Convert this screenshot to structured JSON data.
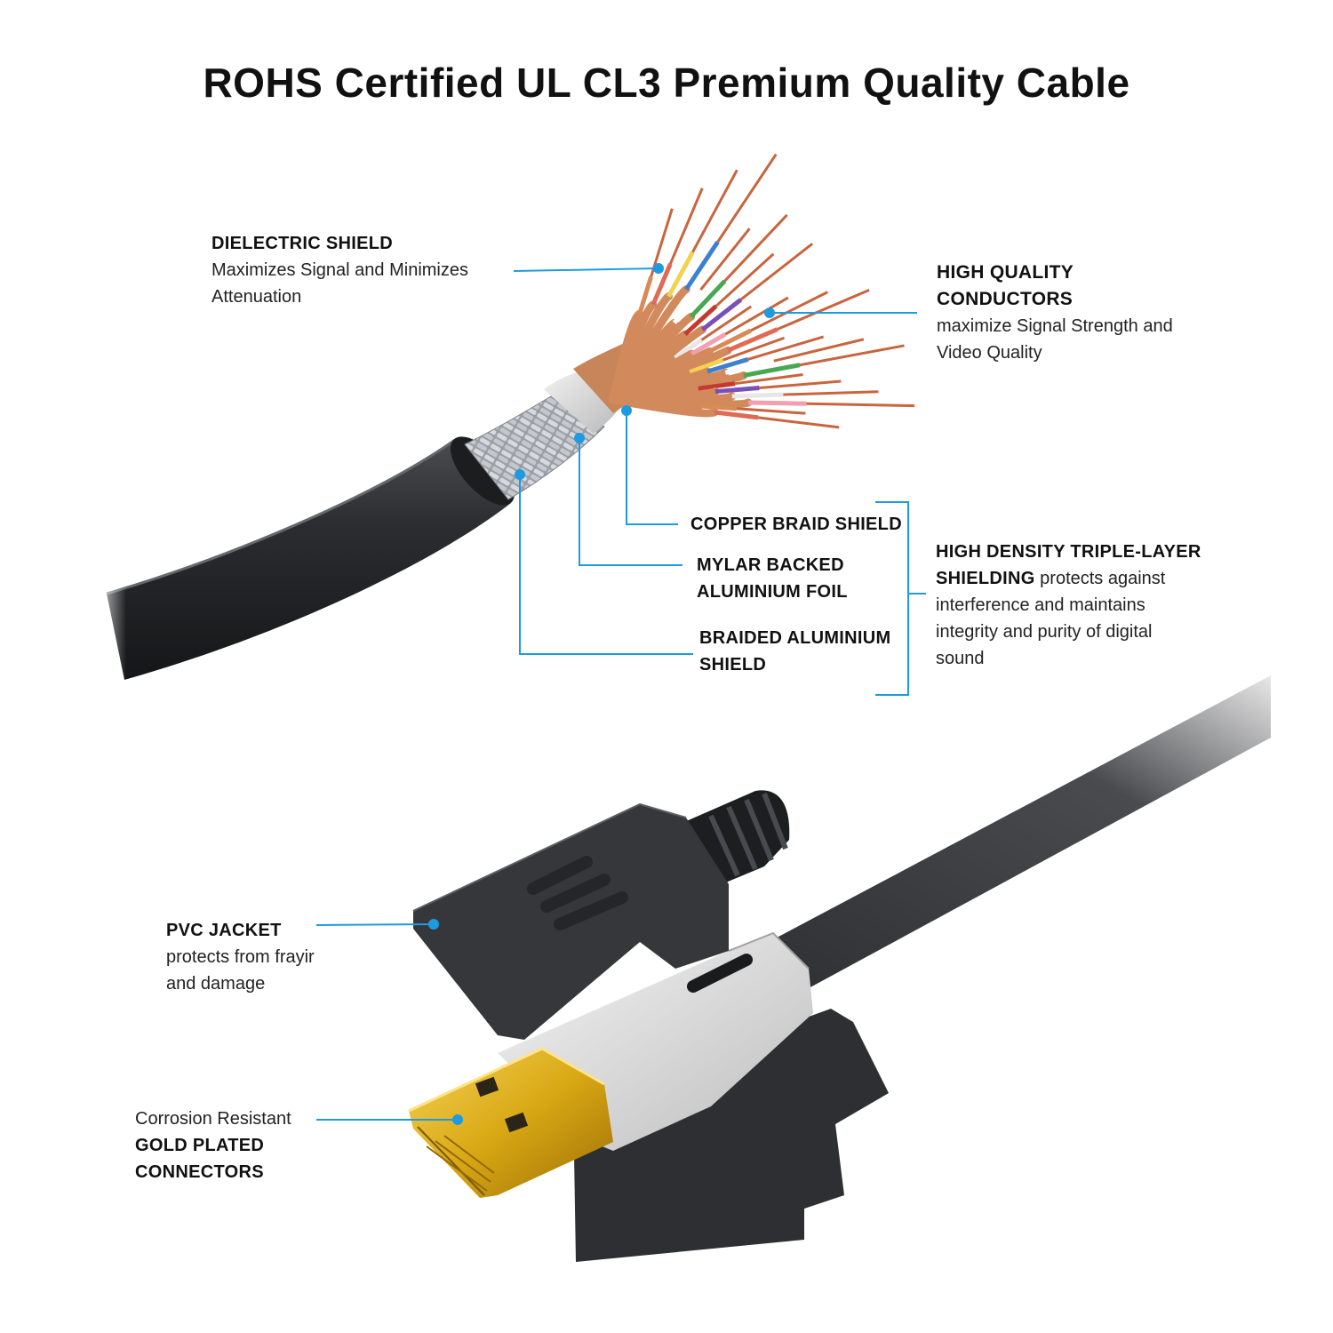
{
  "title": "ROHS Certified UL CL3 Premium Quality Cable",
  "colors": {
    "callout": "#1e9be0",
    "jacket": "#2a2b2d",
    "copper": "#d98a55",
    "gold": "#e0b320",
    "silver": "#dcdcdc"
  },
  "callouts": {
    "dielectric": {
      "heading": "DIELECTRIC SHIELD",
      "line1": "Maximizes Signal and Minimizes",
      "line2": "Attenuation"
    },
    "conductors": {
      "heading1": "HIGH QUALITY",
      "heading2": "CONDUCTORS",
      "line1": "maximize Signal Strength and",
      "line2": "Video Quality"
    },
    "copper_braid": {
      "heading": "COPPER BRAID SHIELD"
    },
    "mylar": {
      "heading1": "MYLAR BACKED",
      "heading2": "ALUMINIUM FOIL"
    },
    "braided_aluminium": {
      "heading1": "BRAIDED ALUMINIUM",
      "heading2": "SHIELD"
    },
    "shielding": {
      "heading1": "HIGH DENSITY TRIPLE-LAYER",
      "heading2": "SHIELDING",
      "text2": " protects against",
      "line3": "interference and maintains",
      "line4": "integrity and purity of digital",
      "line5": "sound"
    },
    "pvc": {
      "heading": "PVC JACKET",
      "line1": "protects from frayir",
      "line2": "and damage"
    },
    "gold": {
      "line1": "Corrosion Resistant",
      "heading1": "GOLD PLATED",
      "heading2": "CONNECTORS"
    }
  },
  "icons": {
    "cable": "stripped-hdmi-cable-cross-section",
    "connector": "hdmi-connector"
  }
}
